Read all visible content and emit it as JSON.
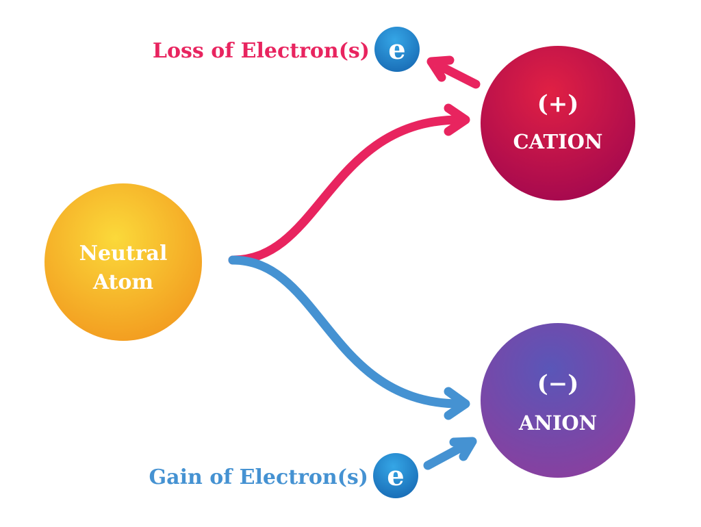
{
  "neutral": {
    "line1": "Neutral",
    "line2": "Atom"
  },
  "cation": {
    "sign": "(+)",
    "label": "CATION"
  },
  "anion": {
    "sign": "(−)",
    "label": "ANION"
  },
  "loss": {
    "label": "Loss of Electron(s)",
    "electron": "e"
  },
  "gain": {
    "label": "Gain of Electron(s)",
    "electron": "e"
  },
  "colors": {
    "pink": "#e8245f",
    "blue": "#4592d2",
    "yellow": "#f7b224",
    "red": "#c8103e",
    "purple": "#7a3fa0"
  }
}
